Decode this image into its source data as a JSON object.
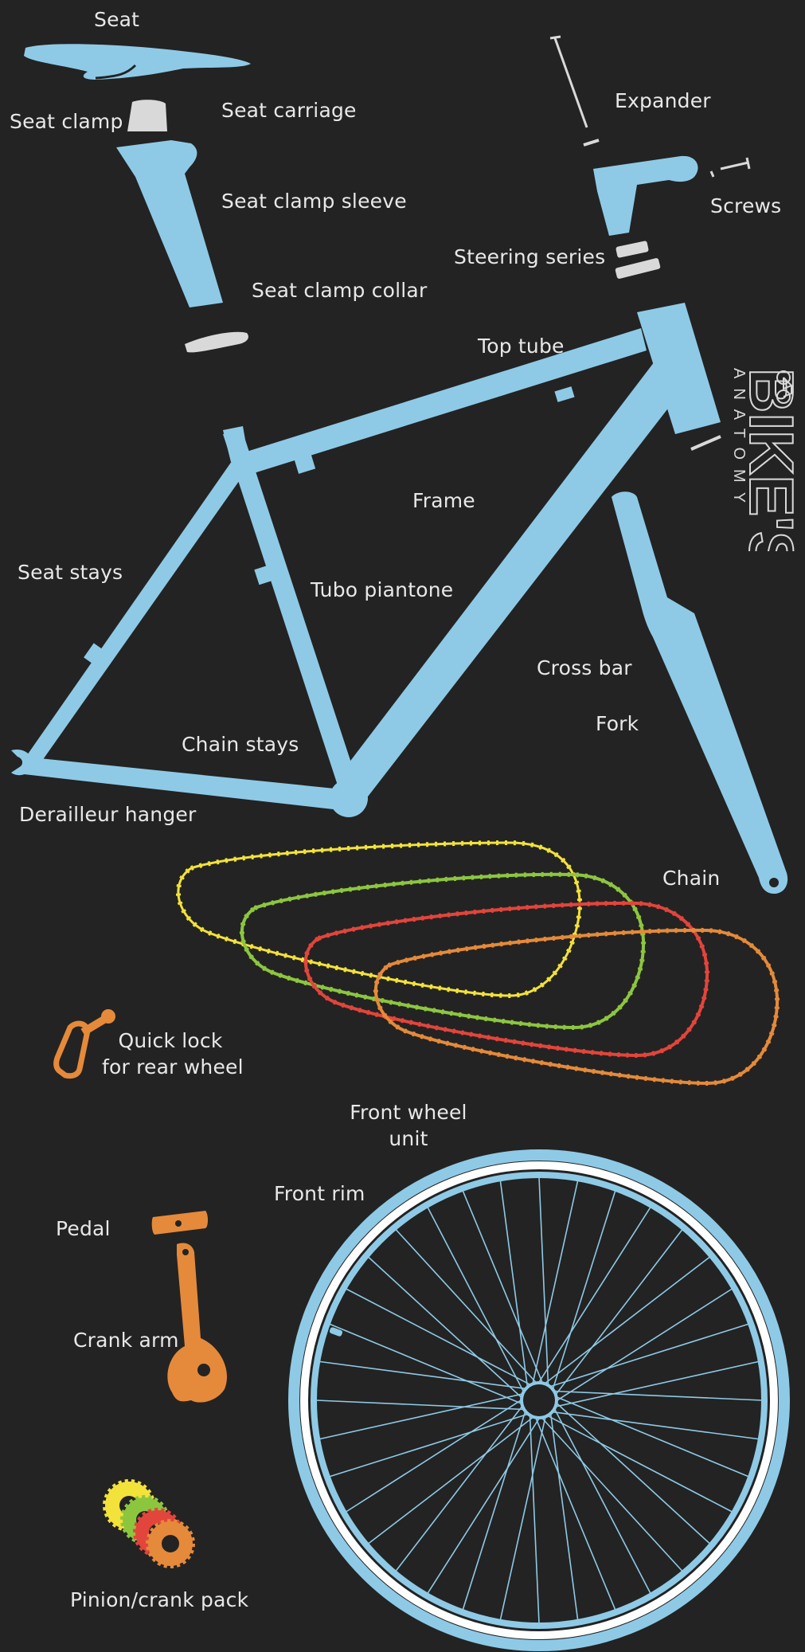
{
  "brand": {
    "title": "BIKE'S",
    "subtitle": "ANATOMY"
  },
  "colors": {
    "background": "#232323",
    "frame": "#8ecae6",
    "part_grey": "#d9d9d9",
    "orange": "#e58a3a",
    "yellow": "#f2e23a",
    "green": "#8cc63f",
    "red": "#e2453b",
    "label": "#e8e8e8"
  },
  "labels": {
    "seat": "Seat",
    "seat_clamp": "Seat clamp",
    "seat_carriage": "Seat carriage",
    "seat_clamp_sleeve": "Seat clamp sleeve",
    "seat_clamp_collar": "Seat clamp collar",
    "expander": "Expander",
    "screws": "Screws",
    "steering_series": "Steering series",
    "top_tube": "Top tube",
    "frame": "Frame",
    "seat_stays": "Seat stays",
    "tubo_piantone": "Tubo piantone",
    "cross_bar": "Cross bar",
    "fork": "Fork",
    "chain_stays": "Chain stays",
    "derailleur_hanger": "Derailleur hanger",
    "chain": "Chain",
    "quick_lock_line1": "Quick lock",
    "quick_lock_line2": "for rear wheel",
    "front_wheel_line1": "Front wheel",
    "front_wheel_line2": "unit",
    "front_rim": "Front rim",
    "pedal": "Pedal",
    "crank_arm": "Crank arm",
    "pinion_pack": "Pinion/crank pack"
  },
  "icons": [
    "bicycle-icon"
  ]
}
